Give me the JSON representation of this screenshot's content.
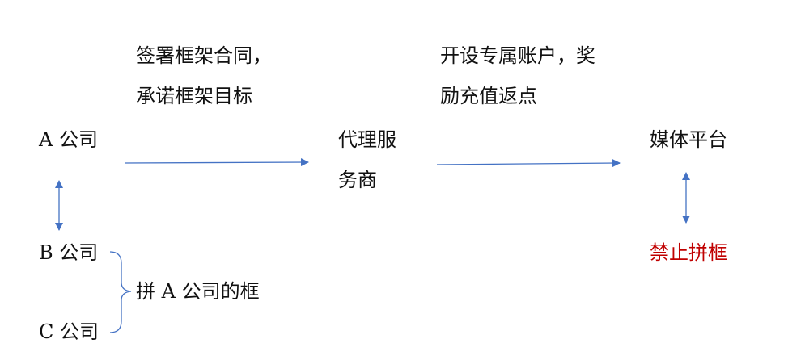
{
  "nodes": {
    "company_a": "A 公司",
    "company_b": "B 公司",
    "company_c": "C 公司",
    "agent_line1": "代理服",
    "agent_line2": "务商",
    "media": "媒体平台",
    "forbidden": "禁止拼框"
  },
  "labels": {
    "sign_line1": "签署框架合同，",
    "sign_line2": "承诺框架目标",
    "account_line1": "开设专属账户，奖",
    "account_line2": "励充值返点",
    "pool": "拼 A 公司的框"
  },
  "colors": {
    "arrow": "#4472c4",
    "forbidden_text": "#c00000"
  }
}
